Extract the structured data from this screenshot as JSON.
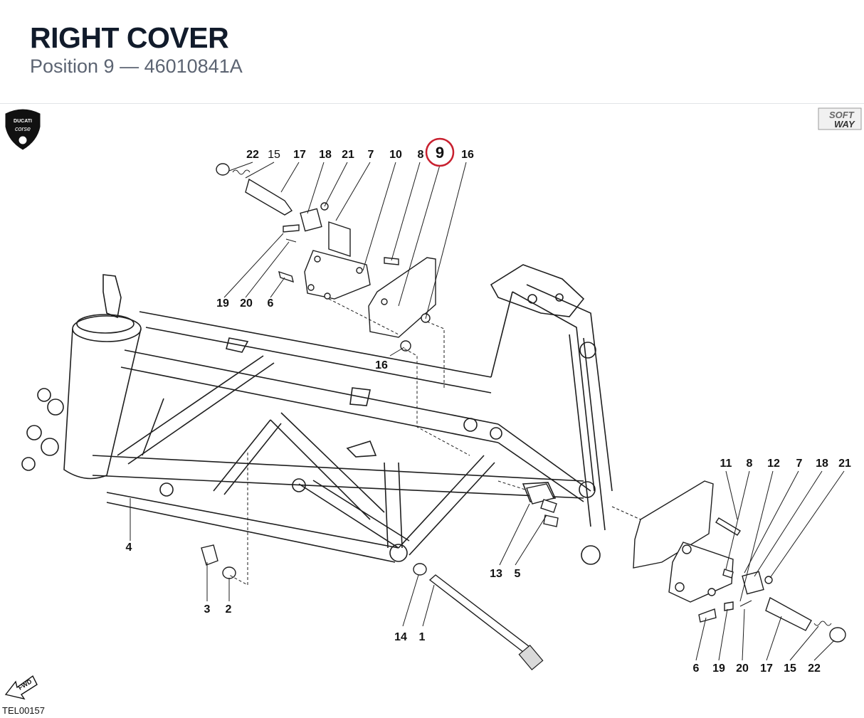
{
  "header": {
    "title": "RIGHT COVER",
    "subtitle": "Position 9 — 46010841A"
  },
  "diagram": {
    "highlight_color": "#c8202f",
    "highlight_label": "9",
    "logo_left": {
      "line1": "DUCATI",
      "line2": "corse"
    },
    "logo_right": {
      "line1": "SOFT",
      "line2": "WAY"
    },
    "fwd_label": "FWD",
    "drawing_code": "TEL00157",
    "callouts_top": [
      "22",
      "15",
      "17",
      "18",
      "21",
      "7",
      "10",
      "8",
      "16"
    ],
    "callouts_top_left": [
      "19",
      "20",
      "6"
    ],
    "callout_16_mid": "16",
    "callouts_right_top": [
      "11",
      "8",
      "12",
      "7",
      "18",
      "21"
    ],
    "callouts_right_bottom": [
      "6",
      "19",
      "20",
      "17",
      "15",
      "22"
    ],
    "callout_4": "4",
    "callouts_bottom_left": [
      "3",
      "2"
    ],
    "callouts_bottom_mid": [
      "14",
      "1"
    ],
    "callouts_mid": [
      "13",
      "5"
    ]
  }
}
